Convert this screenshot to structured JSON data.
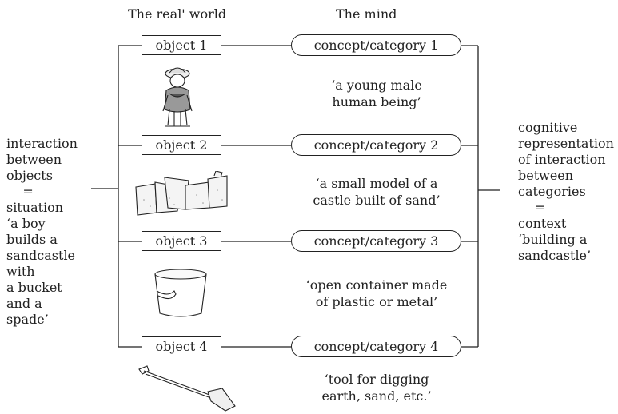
{
  "headers": {
    "real_world": "The  real' world",
    "mind": "The  mind"
  },
  "objects": [
    "object 1",
    "object 2",
    "object 3",
    "object 4"
  ],
  "concepts": [
    "concept/category 1",
    "concept/category 2",
    "concept/category 3",
    "concept/category 4"
  ],
  "definitions": [
    "‘a young male\nhuman being’",
    "‘a small model of a\ncastle built of sand’",
    "‘open container made\nof plastic or metal’",
    "‘tool for digging\nearth, sand, etc.’"
  ],
  "left_text": "interaction\nbetween\nobjects\n    =\nsituation\n‘a boy\nbuilds a\nsandcastle\nwith\na bucket\nand a\nspade’",
  "right_text": "cognitive\nrepresentation\nof interaction\nbetween\ncategories\n    =\ncontext\n‘building a\nsandcastle’",
  "illustrations": [
    "boy-icon",
    "sandcastle-icon",
    "bucket-icon",
    "spade-icon"
  ]
}
